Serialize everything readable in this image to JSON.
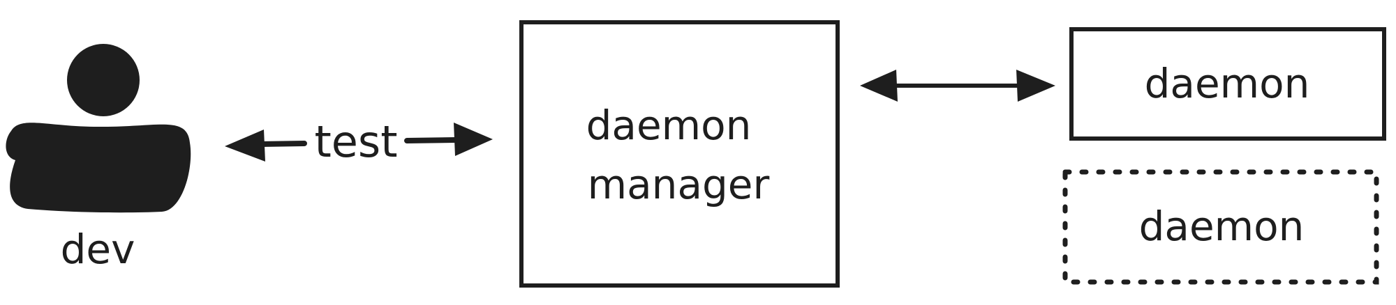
{
  "diagram": {
    "nodes": {
      "dev": {
        "label": "dev",
        "shape": "person"
      },
      "daemon_manager": {
        "label_line1": "daemon",
        "label_line2": "manager",
        "border": "solid"
      },
      "daemon_active": {
        "label": "daemon",
        "border": "solid"
      },
      "daemon_potential": {
        "label": "daemon",
        "border": "dotted"
      }
    },
    "edges": [
      {
        "from": "dev",
        "to": "daemon_manager",
        "label": "test",
        "direction": "bidirectional"
      },
      {
        "from": "daemon_manager",
        "to": "daemon_active",
        "label": "",
        "direction": "bidirectional"
      }
    ],
    "colors": {
      "ink": "#1e1e1e",
      "background": "#ffffff"
    }
  }
}
